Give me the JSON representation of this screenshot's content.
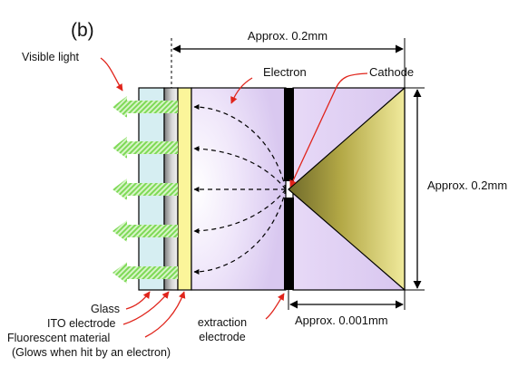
{
  "panel_label": "(b)",
  "labels": {
    "visible_light": "Visible light",
    "electron": "Electron",
    "cathode": "Cathode",
    "top_dimension": "Approx. 0.2mm",
    "right_dimension": "Approx. 0.2mm",
    "bottom_dimension": "Approx. 0.001mm",
    "glass": "Glass",
    "ito_electrode": "ITO electrode",
    "fluorescent_material": "Fluorescent material",
    "fluorescent_note": "(Glows when hit by an electron)",
    "extraction_electrode_line1": "extraction",
    "extraction_electrode_line2": "electrode"
  },
  "colors": {
    "pointer_red": "#e0241b",
    "light_arrow_green": "#7ed957",
    "glass_blue": "#d6eef2",
    "fluorescent_yellow": "#fbf59a",
    "chamber_lavender": "#e9dcf7",
    "cathode_olive": "#c5ba4f"
  }
}
